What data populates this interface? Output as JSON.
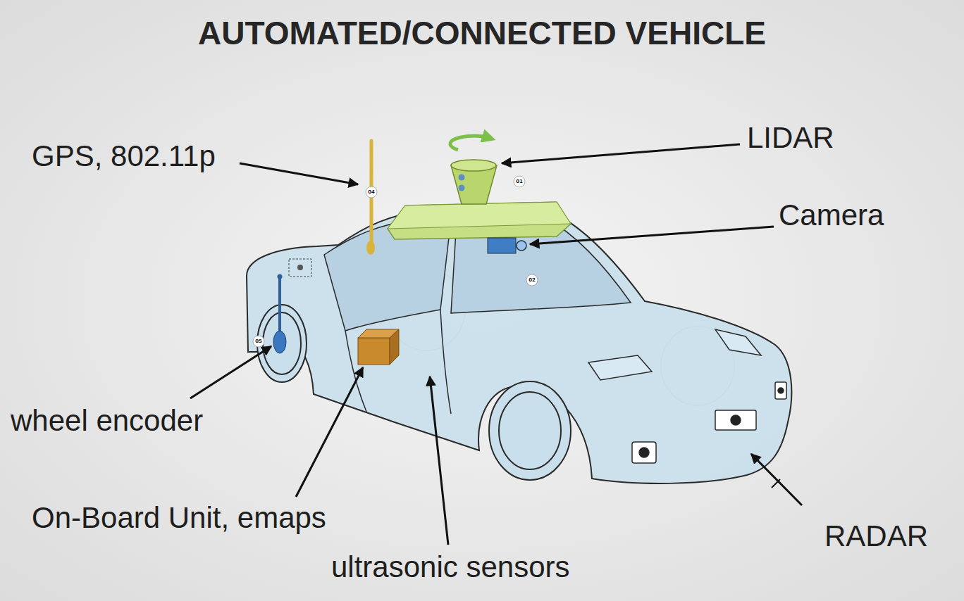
{
  "diagram": {
    "title": "AUTOMATED/CONNECTED VEHICLE",
    "labels": [
      "GPS, 802.11p",
      "LIDAR",
      "01",
      "04",
      "Camera",
      "02",
      "05",
      "wheel encoder",
      "On-Board Unit, emaps",
      "RADAR",
      "ultrasonic sensors"
    ]
  }
}
